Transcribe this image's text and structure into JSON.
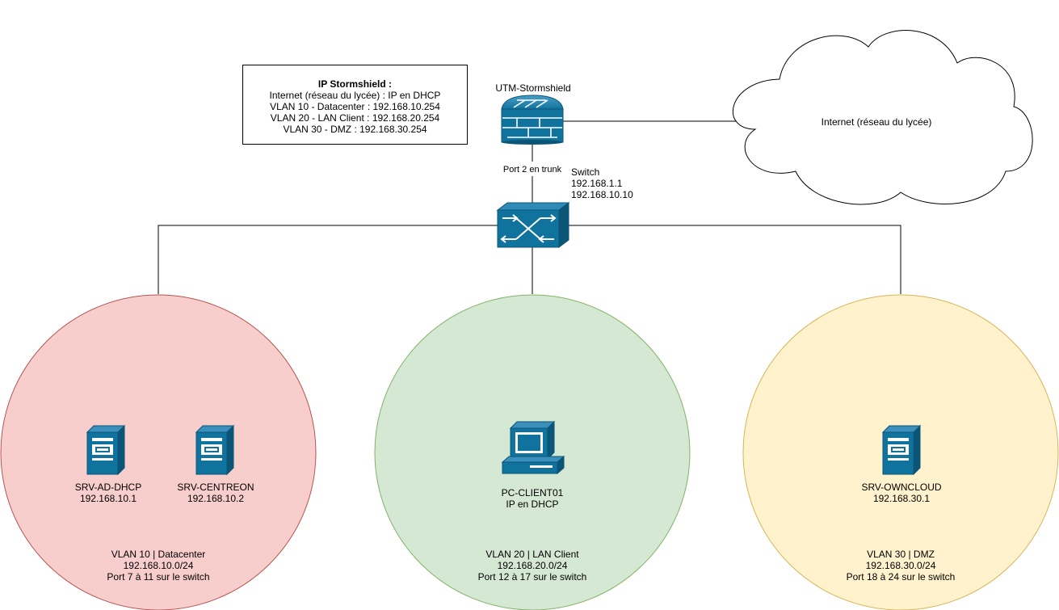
{
  "info_box": {
    "title": "IP Stormshield :",
    "lines": [
      "Internet (réseau du lycée) : IP en DHCP",
      "VLAN 10 - Datacenter : 192.168.10.254",
      "VLAN 20 - LAN Client : 192.168.20.254",
      "VLAN 30 - DMZ : 192.168.30.254"
    ]
  },
  "firewall": {
    "label": "UTM-Stormshield",
    "link_label": "Port 2 en trunk"
  },
  "internet": {
    "label": "Internet (réseau du lycée)"
  },
  "switch": {
    "lines": [
      "Switch",
      "192.168.1.1",
      "192.168.10.10"
    ]
  },
  "colors": {
    "vlan10_fill": "#f8cecc",
    "vlan10_stroke": "#b85450",
    "vlan20_fill": "#d5e8d4",
    "vlan20_stroke": "#82b366",
    "vlan30_fill": "#fff2cc",
    "vlan30_stroke": "#d6b656",
    "device_blue": "#10739e"
  },
  "vlans": [
    {
      "lines": [
        "VLAN 10 | Datacenter",
        "192.168.10.0/24",
        "Port 7 à 11 sur le switch"
      ],
      "devices": [
        {
          "name": "SRV-AD-DHCP",
          "ip": "192.168.10.1",
          "icon": "server-icon"
        },
        {
          "name": "SRV-CENTREON",
          "ip": "192.168.10.2",
          "icon": "server-icon"
        }
      ]
    },
    {
      "lines": [
        "VLAN 20 | LAN Client",
        "192.168.20.0/24",
        "Port 12 à 17 sur le switch"
      ],
      "devices": [
        {
          "name": "PC-CLIENT01",
          "ip": "IP en DHCP",
          "icon": "workstation-icon"
        }
      ]
    },
    {
      "lines": [
        "VLAN 30 | DMZ",
        "192.168.30.0/24",
        "Port 18 à 24 sur le switch"
      ],
      "devices": [
        {
          "name": "SRV-OWNCLOUD",
          "ip": "192.168.30.1",
          "icon": "server-icon"
        }
      ]
    }
  ]
}
